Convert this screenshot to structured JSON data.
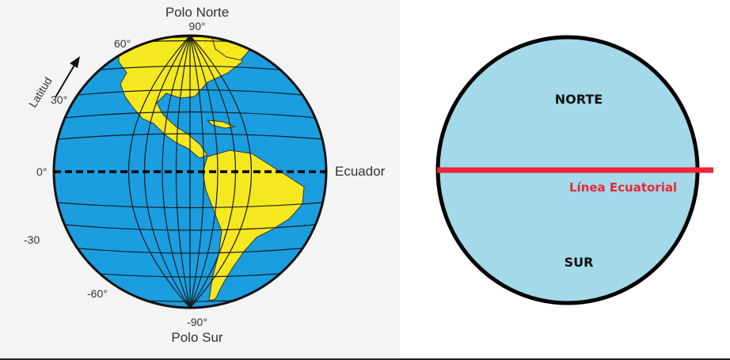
{
  "globe": {
    "north_pole": "Polo Norte",
    "south_pole": "Polo Sur",
    "equator": "Ecuador",
    "latitude_label": "Latitud",
    "lat_90": "90°",
    "lat_60": "60°",
    "lat_30": "30°",
    "lat_0": "0°",
    "lat_m30": "-30",
    "lat_m60": "-60°",
    "lat_m90": "-90°",
    "colors": {
      "ocean": "#1a9ee0",
      "land": "#f5e81f",
      "grid": "#1b1b1b"
    }
  },
  "hemispheres": {
    "north": "NORTE",
    "south": "SUR",
    "equator_line": "Línea Ecuatorial",
    "colors": {
      "fill": "#a3d9e8",
      "equator": "#e8283a",
      "outline": "#000000"
    }
  }
}
